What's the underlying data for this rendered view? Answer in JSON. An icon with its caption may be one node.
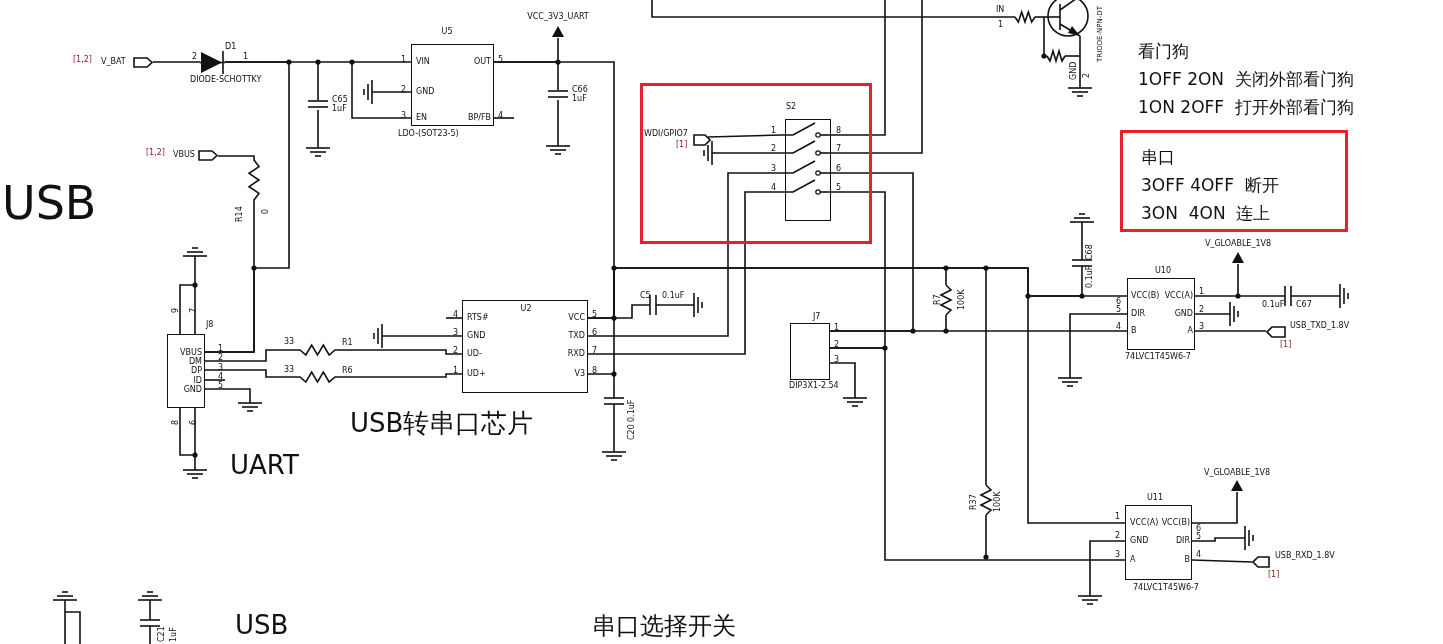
{
  "diagram": {
    "nodes": [
      {
        "text": [],
        "shape": "flag",
        "beside": [
          "[1,2]",
          "V_BAT"
        ]
      },
      {
        "text": [],
        "shape": "flag",
        "beside": [
          "[1,2]",
          "VBUS"
        ]
      },
      {
        "text": [
          "VIN",
          "GND",
          "EN",
          "OUT",
          "BP/FB"
        ],
        "beside": [
          "U5",
          "LDO-(SOT23-5)",
          "1",
          "2",
          "3",
          "5",
          "4"
        ]
      },
      {
        "text": [
          "VBUS",
          "DM",
          "DP",
          "ID",
          "GND"
        ],
        "beside": [
          "J8",
          "9",
          "7",
          "1",
          "2",
          "3",
          "4",
          "5",
          "8",
          "6"
        ]
      },
      {
        "text": [
          "U2",
          "RTS#",
          "GND",
          "UD-",
          "UD+",
          "VCC",
          "TXD",
          "RXD",
          "V3"
        ],
        "beside": [
          "4",
          "3",
          "2",
          "1",
          "5",
          "6",
          "7",
          "8"
        ]
      },
      {
        "text": [],
        "shape": "box"
      },
      {
        "text": [],
        "shape": "flag",
        "in": 5,
        "beside": [
          "WDI/GPIO7",
          "[1]"
        ]
      },
      {
        "text": [
          "S2"
        ],
        "in": 5,
        "beside": [
          "1",
          "2",
          "3",
          "4",
          "8",
          "7",
          "6",
          "5"
        ]
      },
      {
        "text": [
          "串口",
          "3OFF 4OFF  断开",
          "3ON  4ON  连上"
        ]
      },
      {
        "text": [
          "J7"
        ],
        "beside": [
          "1",
          "2",
          "3",
          "DIP3X1-2.54"
        ]
      },
      {
        "text": [
          "VCC(B)",
          "DIR",
          "B",
          "VCC(A)",
          "GND",
          "A"
        ],
        "beside": [
          "U10",
          "6",
          "5",
          "4",
          "1",
          "2",
          "3",
          "74LVC1T45W6-7"
        ]
      },
      {
        "text": [],
        "shape": "flag",
        "beside": [
          "USB_TXD_1.8V",
          "[1]"
        ]
      },
      {
        "text": [
          "VCC(A)",
          "GND",
          "A",
          "VCC(B)",
          "DIR",
          "B"
        ],
        "beside": [
          "U11",
          "1",
          "2",
          "3",
          "6",
          "5",
          "4",
          "74LVC1T45W6-7"
        ]
      },
      {
        "text": [],
        "shape": "flag",
        "beside": [
          "USB_RXD_1.8V",
          "[1]"
        ]
      },
      {
        "text": [
          "VCC_3V3_UART"
        ]
      },
      {
        "text": [
          "V_GLOABLE_1V8"
        ]
      },
      {
        "text": [
          "V_GLOABLE_1V8"
        ]
      },
      {
        "text": [],
        "shape": "diode",
        "beside": [
          "D1",
          "2",
          "1",
          "DIODE-SCHOTTKY"
        ]
      }
    ],
    "edges": [
      {
        "from": 6,
        "to": 7,
        "arrow": "none"
      },
      {
        "from": 7,
        "to": 4,
        "arrow": "none"
      },
      {
        "from": 7,
        "to": 4,
        "arrow": "none"
      },
      {
        "from": 2,
        "to": 4,
        "arrow": "none"
      },
      {
        "from": 4,
        "to": 10,
        "arrow": "none"
      },
      {
        "from": 4,
        "to": 12,
        "arrow": "none"
      },
      {
        "from": 7,
        "to": 9,
        "arrow": "none"
      },
      {
        "from": 7,
        "to": 9,
        "arrow": "none"
      },
      {
        "from": 9,
        "to": 10,
        "arrow": "none"
      },
      {
        "from": 9,
        "to": 12,
        "arrow": "none"
      },
      {
        "from": 10,
        "to": 11,
        "arrow": "none"
      },
      {
        "from": 12,
        "to": 13,
        "arrow": "none"
      },
      {
        "from": 2,
        "to": 14,
        "arrow": "none"
      },
      {
        "from": 10,
        "to": 15,
        "arrow": "none"
      },
      {
        "from": 12,
        "to": 16,
        "arrow": "none"
      },
      {
        "from": 0,
        "to": 17,
        "arrow": "none"
      },
      {
        "from": 17,
        "to": 3,
        "arrow": "none"
      },
      {
        "from": 1,
        "to": 3,
        "arrow": "none"
      },
      {
        "from": 3,
        "to": 4,
        "arrow": "none"
      },
      {
        "from": 3,
        "to": 4,
        "arrow": "none"
      },
      {
        "from": 17,
        "to": 2,
        "arrow": "none"
      }
    ],
    "labels": [
      "C65",
      "1uF",
      "C66",
      "1uF",
      "R14",
      "0",
      "33",
      "R1",
      "33",
      "R6",
      "C5",
      "0.1uF",
      "0.1uF",
      "C20",
      "R7",
      "100K",
      "R37",
      "100K",
      "C68",
      "0.1uF",
      "0.1uF",
      "C67",
      "IN",
      "1",
      "GND",
      "2",
      "TRIODE-NPN-DT",
      "看门狗",
      "1OFF 2ON  关闭外部看门狗",
      "1ON 2OFF  打开外部看门狗",
      "USB",
      "UART",
      "USB转串口芯片",
      "USB",
      "串口选择开关",
      "C21",
      "1uF"
    ]
  }
}
